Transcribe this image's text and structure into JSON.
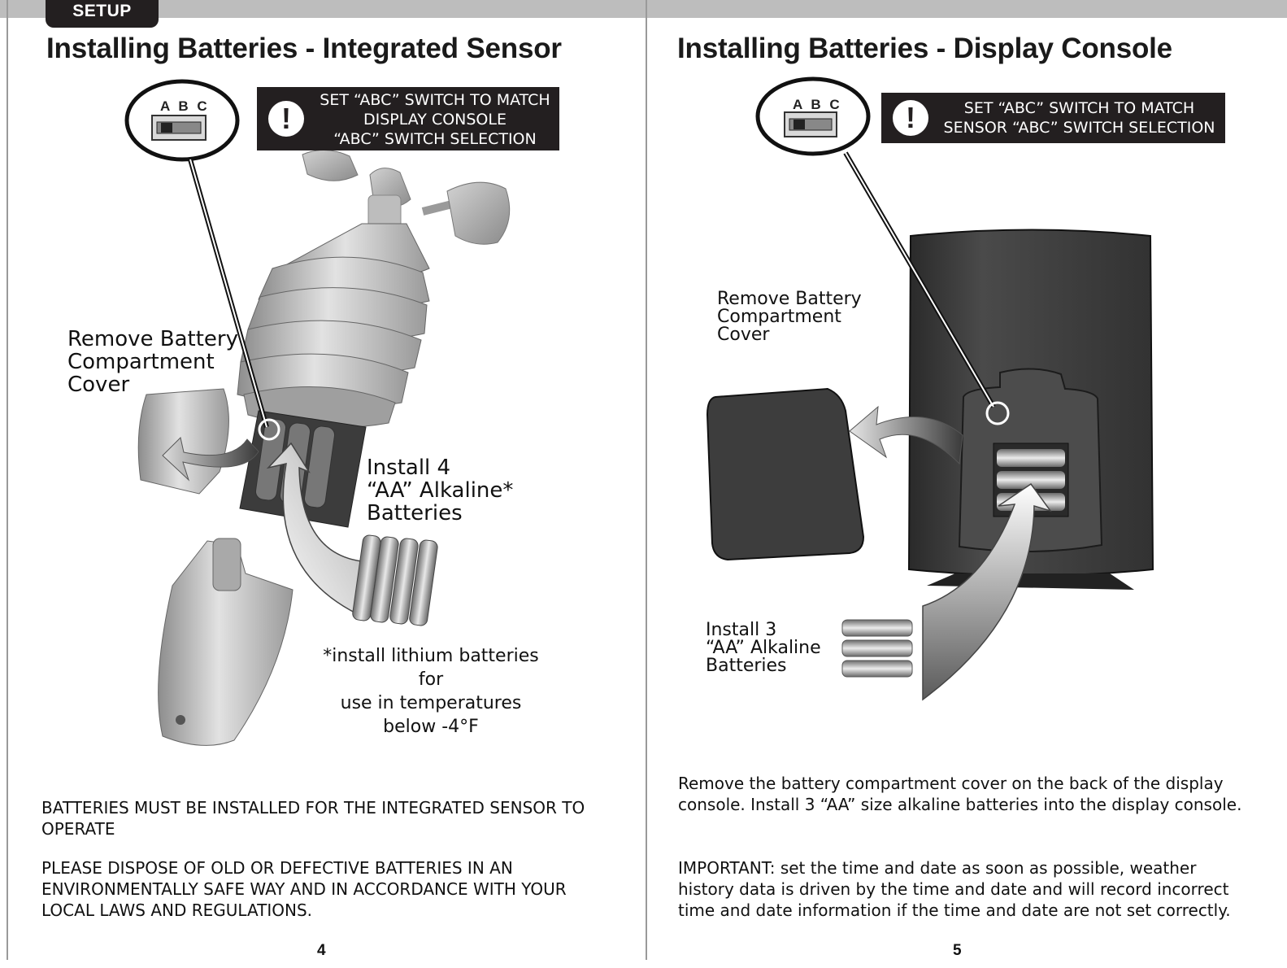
{
  "header": {
    "section_tab": "SETUP"
  },
  "left_page": {
    "title": "Installing Batteries - Integrated Sensor",
    "switch_label": "A B C",
    "warning_text": "SET “ABC” SWITCH TO MATCH\nDISPLAY CONSOLE\n“ABC” SWITCH SELECTION",
    "callout_remove_cover": "Remove Battery\nCompartment\nCover",
    "callout_install": "Install 4\n“AA” Alkaline*\nBatteries",
    "footnote": "*install lithium batteries for\nuse in temperatures\nbelow -4°F",
    "paragraph_1": "BATTERIES MUST BE INSTALLED FOR THE INTEGRATED SENSOR TO OPERATE",
    "paragraph_2": "PLEASE DISPOSE OF OLD OR DEFECTIVE BATTERIES IN AN ENVIRONMENTALLY SAFE WAY AND IN ACCORDANCE WITH YOUR LOCAL LAWS AND REGULATIONS.",
    "page_number": "4"
  },
  "right_page": {
    "title": "Installing Batteries - Display Console",
    "switch_label": "A B C",
    "warning_text": "SET “ABC” SWITCH TO MATCH\nSENSOR “ABC” SWITCH SELECTION",
    "callout_remove_cover": "Remove Battery\nCompartment\nCover",
    "callout_install": "Install 3\n“AA” Alkaline\nBatteries",
    "paragraph_1": "Remove the battery compartment cover on the back of the display console. Install 3 “AA” size alkaline batteries into the display console.",
    "paragraph_2": "IMPORTANT: set the time and date as soon as possible, weather history data is driven by the time and date and will record incorrect time and date information if the time and date are not set correctly.",
    "page_number": "5"
  },
  "icons": [
    "warning-exclamation-icon",
    "abc-switch-icon",
    "arrow-icon",
    "battery-icon"
  ],
  "colors": {
    "dark_panel": "#231f20",
    "top_bar": "#bdbdbd",
    "console_body": "#3b3b3b",
    "sensor_gray": "#b4b4b4"
  }
}
